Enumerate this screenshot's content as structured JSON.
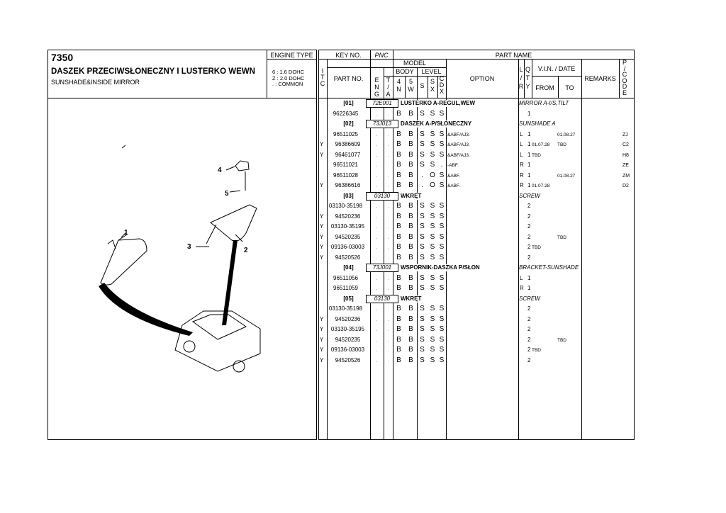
{
  "title": {
    "code": "7350",
    "pl": "DASZEK PRZECIWSŁONECZNY I LUSTERKO WEWN",
    "en": "SUNSHADE&INSIDE MIRROR"
  },
  "engine": {
    "label": "ENGINE TYPE",
    "lines": [
      "6 : 1.6 DOHC",
      "Z : 2.0 DOHC",
      ". : COMMON"
    ]
  },
  "headers": {
    "itc": [
      "I",
      "T",
      "C"
    ],
    "key_no": "KEY NO.",
    "pnc": "PNC",
    "part_name": "PART NAME",
    "part_no": "PART NO.",
    "model": "MODEL",
    "body": "BODY",
    "level": "LEVEL",
    "eng": [
      "E",
      "N",
      "G"
    ],
    "ta": [
      "T",
      "/",
      "A"
    ],
    "n4": [
      "4",
      "N"
    ],
    "w5": [
      "5",
      "W"
    ],
    "s": "S",
    "sx": [
      "S",
      "X"
    ],
    "cdx": [
      "C",
      "D",
      "X"
    ],
    "option": "OPTION",
    "lr": [
      "L",
      "/",
      "R"
    ],
    "qty": [
      "Q",
      "T",
      "Y"
    ],
    "vin": "V.I.N. / DATE",
    "from": "FROM",
    "to": "TO",
    "remarks": "REMARKS",
    "pcode": [
      "P",
      "/",
      "C",
      "O",
      "D",
      "E"
    ]
  },
  "callouts": [
    "1",
    "2",
    "3",
    "4",
    "5"
  ],
  "rows": [
    {
      "g": 1,
      "key": "[01]",
      "pnc": "72E001",
      "name": "LUSTERKO A-REGUL,WEW",
      "en": "MIRROR A-I/S,TILT"
    },
    {
      "y": "",
      "pn": "96226345",
      "m": [
        "B",
        "B",
        "S",
        "S",
        "S"
      ],
      "opt": "",
      "lr": "",
      "qty": "1",
      "from": "",
      "to": "",
      "pc": ""
    },
    {
      "g": 1,
      "key": "[02]",
      "pnc": "73J013",
      "name": "DASZEK A-P/SŁONECZNY",
      "en": "SUNSHADE A"
    },
    {
      "y": "",
      "pn": "96511025",
      "m": [
        "B",
        "B",
        "S",
        "S",
        "S"
      ],
      "opt": "&ABF/AJ3.",
      "lr": "L",
      "qty": "1",
      "from": "",
      "to": "01.08.27",
      "pc": "ZJ"
    },
    {
      "y": "Y",
      "pn": "96386609",
      "m": [
        "B",
        "B",
        "S",
        "S",
        "S"
      ],
      "opt": "&ABF/AJ3.",
      "lr": "L",
      "qty": "1",
      "from": "01.07.28",
      "to": "TBD",
      "pc": "C2"
    },
    {
      "y": "Y",
      "pn": "96461077",
      "m": [
        "B",
        "B",
        "S",
        "S",
        "S"
      ],
      "opt": "&ABF/AJ3.",
      "lr": "L",
      "qty": "1",
      "from": "TBD",
      "to": "",
      "pc": "H8"
    },
    {
      "y": "",
      "pn": "96511021",
      "m": [
        "B",
        "B",
        "S",
        "S",
        "."
      ],
      "opt": "-ABF.",
      "lr": "R",
      "qty": "1",
      "from": "",
      "to": "",
      "pc": "ZE"
    },
    {
      "y": "",
      "pn": "96511028",
      "m": [
        "B",
        "B",
        ".",
        "O",
        "S"
      ],
      "opt": "&ABF.",
      "lr": "R",
      "qty": "1",
      "from": "",
      "to": "01.08.27",
      "pc": "ZM"
    },
    {
      "y": "Y",
      "pn": "96386616",
      "m": [
        "B",
        "B",
        ".",
        "O",
        "S"
      ],
      "opt": "&ABF.",
      "lr": "R",
      "qty": "1",
      "from": "01.07.28",
      "to": "",
      "pc": "D2"
    },
    {
      "g": 1,
      "key": "[03]",
      "pnc": "03130",
      "name": "WKRĘT",
      "en": "SCREW"
    },
    {
      "y": "",
      "pn": "03130-35198",
      "m": [
        "B",
        "B",
        "S",
        "S",
        "S"
      ],
      "opt": "",
      "lr": "",
      "qty": "2",
      "from": "",
      "to": "",
      "pc": ""
    },
    {
      "y": "Y",
      "pn": "94520236",
      "m": [
        "B",
        "B",
        "S",
        "S",
        "S"
      ],
      "opt": "",
      "lr": "",
      "qty": "2",
      "from": "",
      "to": "",
      "pc": ""
    },
    {
      "y": "Y",
      "pn": "03130-35195",
      "m": [
        "B",
        "B",
        "S",
        "S",
        "S"
      ],
      "opt": "",
      "lr": "",
      "qty": "2",
      "from": "",
      "to": "",
      "pc": ""
    },
    {
      "y": "Y",
      "pn": "94520235",
      "m": [
        "B",
        "B",
        "S",
        "S",
        "S"
      ],
      "opt": "",
      "lr": "",
      "qty": "2",
      "from": "",
      "to": "TBD",
      "pc": ""
    },
    {
      "y": "Y",
      "pn": "09136-03003",
      "m": [
        "B",
        "B",
        "S",
        "S",
        "S"
      ],
      "opt": "",
      "lr": "",
      "qty": "2",
      "from": "TBD",
      "to": "",
      "pc": ""
    },
    {
      "y": "Y",
      "pn": "94520526",
      "m": [
        "B",
        "B",
        "S",
        "S",
        "S"
      ],
      "opt": "",
      "lr": "",
      "qty": "2",
      "from": "",
      "to": "",
      "pc": ""
    },
    {
      "g": 1,
      "key": "[04]",
      "pnc": "73J001",
      "name": "WSPORNIK-DASZKA P/SŁON",
      "en": "BRACKET-SUNSHADE"
    },
    {
      "y": "",
      "pn": "96511056",
      "m": [
        "B",
        "B",
        "S",
        "S",
        "S"
      ],
      "opt": "",
      "lr": "L",
      "qty": "1",
      "from": "",
      "to": "",
      "pc": ""
    },
    {
      "y": "",
      "pn": "96511059",
      "m": [
        "B",
        "B",
        "S",
        "S",
        "S"
      ],
      "opt": "",
      "lr": "R",
      "qty": "1",
      "from": "",
      "to": "",
      "pc": ""
    },
    {
      "g": 1,
      "key": "[05]",
      "pnc": "03130",
      "name": "WKRĘT",
      "en": "SCREW"
    },
    {
      "y": "",
      "pn": "03130-35198",
      "m": [
        "B",
        "B",
        "S",
        "S",
        "S"
      ],
      "opt": "",
      "lr": "",
      "qty": "2",
      "from": "",
      "to": "",
      "pc": ""
    },
    {
      "y": "Y",
      "pn": "94520236",
      "m": [
        "B",
        "B",
        "S",
        "S",
        "S"
      ],
      "opt": "",
      "lr": "",
      "qty": "2",
      "from": "",
      "to": "",
      "pc": ""
    },
    {
      "y": "Y",
      "pn": "03130-35195",
      "m": [
        "B",
        "B",
        "S",
        "S",
        "S"
      ],
      "opt": "",
      "lr": "",
      "qty": "2",
      "from": "",
      "to": "",
      "pc": ""
    },
    {
      "y": "Y",
      "pn": "94520235",
      "m": [
        "B",
        "B",
        "S",
        "S",
        "S"
      ],
      "opt": "",
      "lr": "",
      "qty": "2",
      "from": "",
      "to": "TBD",
      "pc": ""
    },
    {
      "y": "Y",
      "pn": "09136-03003",
      "m": [
        "B",
        "B",
        "S",
        "S",
        "S"
      ],
      "opt": "",
      "lr": "",
      "qty": "2",
      "from": "TBD",
      "to": "",
      "pc": ""
    },
    {
      "y": "Y",
      "pn": "94520526",
      "m": [
        "B",
        "B",
        "S",
        "S",
        "S"
      ],
      "opt": "",
      "lr": "",
      "qty": "2",
      "from": "",
      "to": "",
      "pc": ""
    }
  ]
}
